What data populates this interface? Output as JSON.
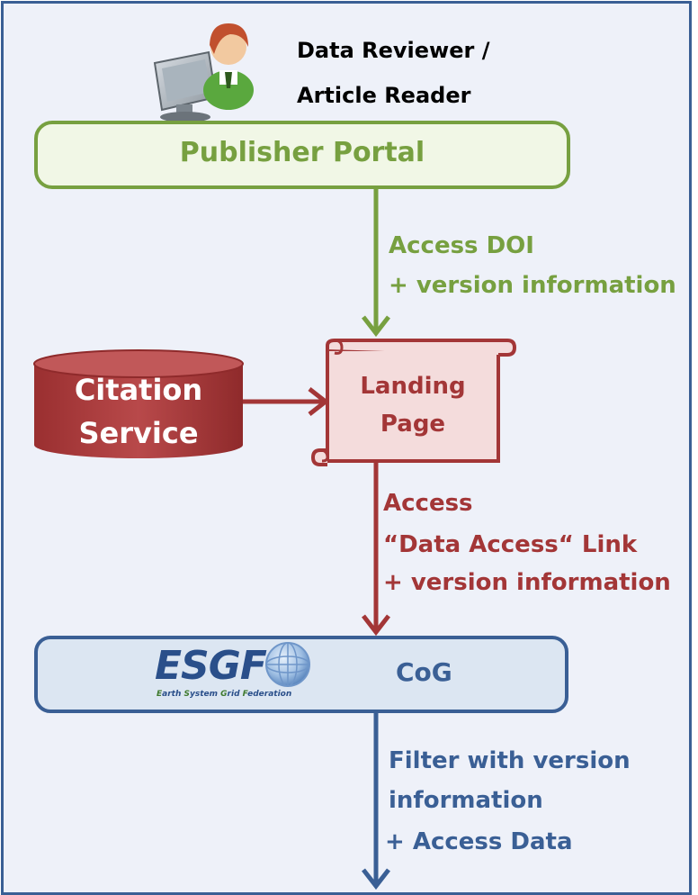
{
  "user": {
    "label_line1": "Data Reviewer /",
    "label_line2": "Article Reader"
  },
  "publisher_portal": {
    "label": "Publisher Portal"
  },
  "edge_portal_to_landing": {
    "line1": "Access DOI",
    "line2": "+ version information"
  },
  "citation_service": {
    "line1": "Citation",
    "line2": "Service"
  },
  "landing_page": {
    "line1": "Landing",
    "line2": "Page"
  },
  "edge_landing_to_cog": {
    "line1": "Access",
    "line2": "“Data Access“ Link",
    "line3": "+ version information"
  },
  "cog": {
    "logo_text": "ESGF",
    "logo_subtitle_e": "E",
    "logo_subtitle_1": "arth ",
    "logo_subtitle_s": "S",
    "logo_subtitle_2": "ystem ",
    "logo_subtitle_g": "G",
    "logo_subtitle_3": "rid ",
    "logo_subtitle_f": "F",
    "logo_subtitle_4": "ederation",
    "label": "CoG"
  },
  "edge_cog_out": {
    "line1": "Filter with version",
    "line2": "information",
    "line3": "+ Access Data"
  },
  "colors": {
    "frame": "#3a5f95",
    "background": "#eef1f9",
    "green": "#77a040",
    "green_fill": "#f1f7e6",
    "red": "#a33637",
    "red_fill": "#f4dcdc",
    "blue": "#3a5f95",
    "blue_fill": "#dce6f2"
  }
}
